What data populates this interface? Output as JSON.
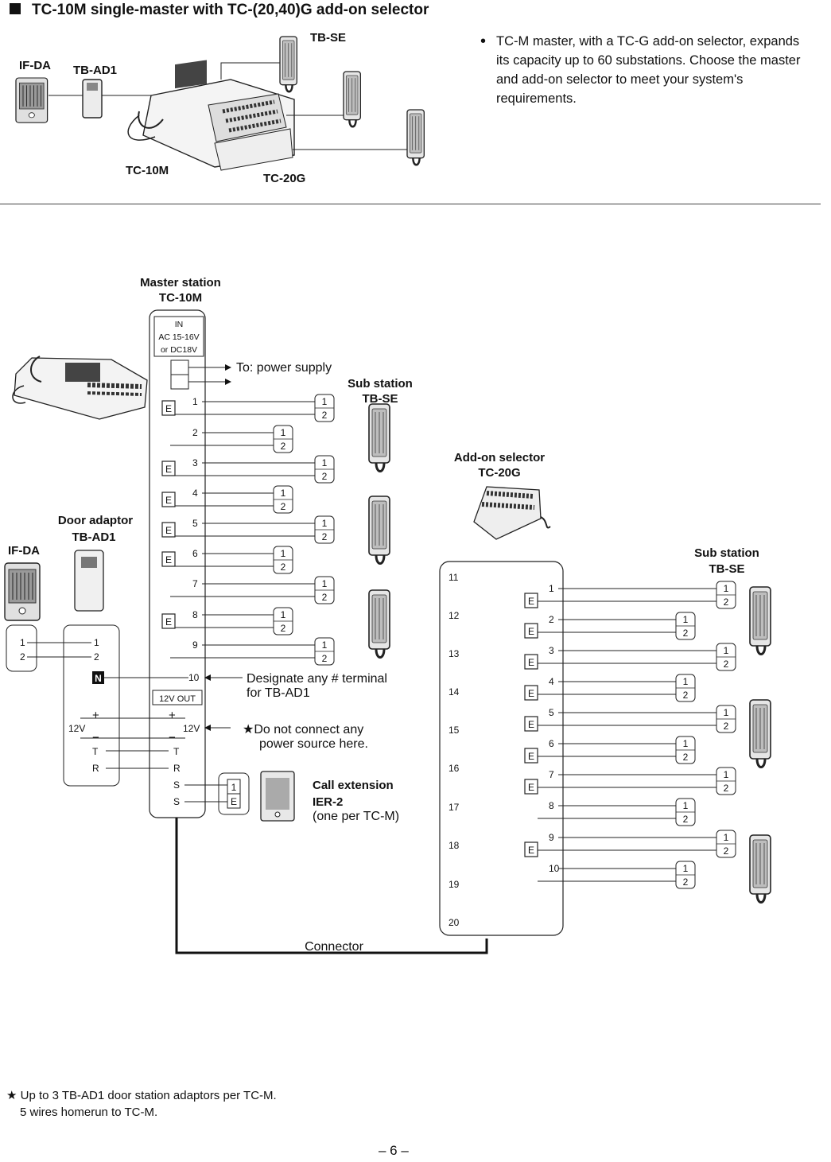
{
  "page_title": "TC-10M single-master with TC-(20,40)G add-on selector",
  "top_diagram": {
    "labels": {
      "ifda": "IF-DA",
      "tbad1": "TB-AD1",
      "tbse": "TB-SE",
      "tc10m": "TC-10M",
      "tc20g": "TC-20G"
    }
  },
  "description": "TC-M master, with a TC-G add-on selector, expands its capacity up to 60 substations. Choose the master and add-on selector to meet your system's requirements.",
  "wiring": {
    "master_title": "Master station",
    "master_model": "TC-10M",
    "input_box": [
      "IN",
      "AC 15-16V",
      "or DC18V"
    ],
    "power_note": "To: power supply",
    "sub_title": "Sub station",
    "sub_model": "TB-SE",
    "door_title": "Door adaptor",
    "door_model": "TB-AD1",
    "ifda_label": "IF-DA",
    "addon_title": "Add-on selector",
    "addon_model": "TC-20G",
    "sub2_title": "Sub station",
    "sub2_model": "TB-SE",
    "terminals": [
      "1",
      "2",
      "3",
      "4",
      "5",
      "6",
      "7",
      "8",
      "9",
      "10"
    ],
    "e_label": "E",
    "n_label": "N",
    "out_box": "12V OUT",
    "v12": "12V",
    "plus": "+",
    "minus": "−",
    "t_label": "T",
    "r_label": "R",
    "s_label": "S",
    "one": "1",
    "two": "2",
    "designate_l1": "Designate any # terminal",
    "designate_l2": "for TB-AD1",
    "noconnect_l1": "★Do not connect any",
    "noconnect_l2": "power source here.",
    "call_title": "Call extension",
    "call_model": "IER-2",
    "call_note": "(one per TC-M)",
    "selector_numbers": [
      "11",
      "12",
      "13",
      "14",
      "15",
      "16",
      "17",
      "18",
      "19",
      "20"
    ],
    "connector": "Connector"
  },
  "footnote_l1": "★ Up to 3 TB-AD1 door station adaptors per TC-M.",
  "footnote_l2": "5 wires homerun to TC-M.",
  "page_number": "– 6 –"
}
